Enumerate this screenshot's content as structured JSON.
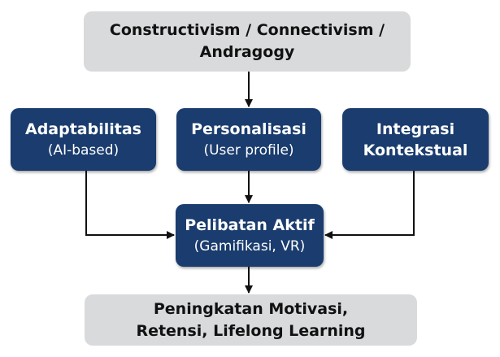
{
  "theory": {
    "line1": "Constructivism / Connectivism /",
    "line2": "Andragogy"
  },
  "pillars": [
    {
      "title": "Adaptabilitas",
      "subtitle": "(AI-based)"
    },
    {
      "title": "Personalisasi",
      "subtitle": "(User profile)"
    },
    {
      "title": "Integrasi",
      "subtitle": "Kontekstual"
    }
  ],
  "engagement": {
    "title": "Pelibatan Aktif",
    "subtitle": "(Gamifikasi, VR)"
  },
  "outcome": {
    "line1": "Peningkatan Motivasi,",
    "line2": "Retensi, Lifelong Learning"
  },
  "colors": {
    "navy": "#1a3c6e",
    "grey": "#d9dadc",
    "arrow": "#111111"
  }
}
